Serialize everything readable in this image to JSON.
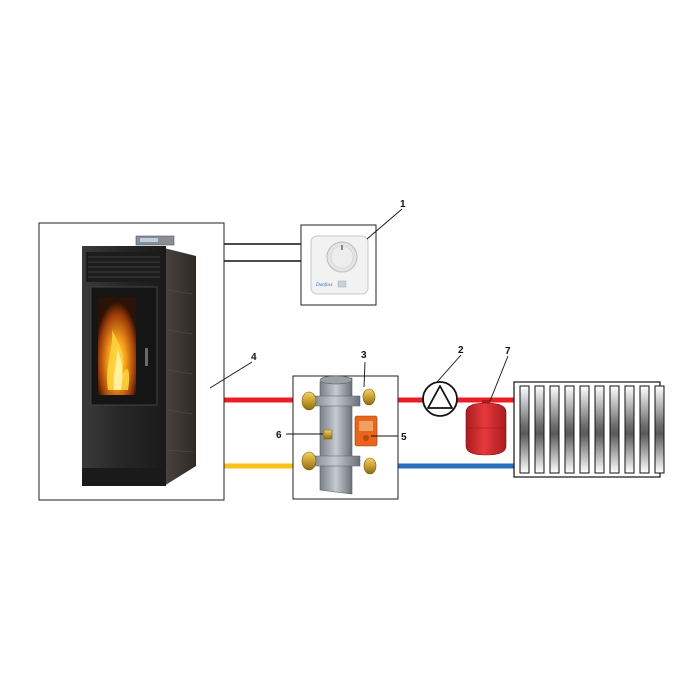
{
  "callouts": {
    "thermostat": "1",
    "pump": "2",
    "hydraulic_separator": "3",
    "stove": "4",
    "controller": "5",
    "valve": "6",
    "expansion_vessel": "7"
  },
  "thermostat_brand": "Danfoss",
  "colors": {
    "hot_pipe": "#ee1c24",
    "return_pipe_stove": "#f7c21a",
    "return_pipe_radiator": "#2a6ebd",
    "stove_body": "#2b2b2b",
    "controller": "#e8651c",
    "expansion_vessel": "#d4262a"
  },
  "icons": [
    "pellet-stove-icon",
    "room-thermostat-icon",
    "circulation-pump-icon",
    "hydraulic-separator-icon",
    "expansion-vessel-icon",
    "radiator-icon"
  ]
}
